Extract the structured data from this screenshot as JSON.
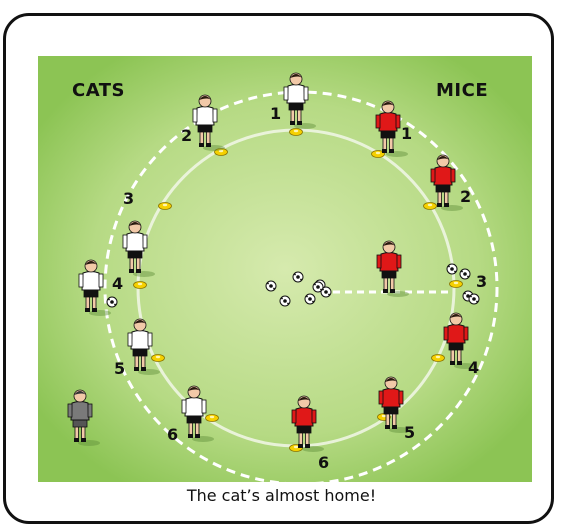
{
  "labels": {
    "cats": "CATS",
    "mice": "MICE"
  },
  "caption": "The cat’s almost home!",
  "cat_numbers": [
    "1",
    "2",
    "3",
    "4",
    "5",
    "6"
  ],
  "mouse_numbers": [
    "1",
    "2",
    "3",
    "4",
    "5",
    "6"
  ],
  "colors": {
    "grass_center": "#cfe6a6",
    "grass_edge": "#8ec655",
    "cat_shirt": "#ffffff",
    "mouse_shirt": "#e01818",
    "cone": "#f5d000",
    "coach": "#7a7a7a"
  }
}
